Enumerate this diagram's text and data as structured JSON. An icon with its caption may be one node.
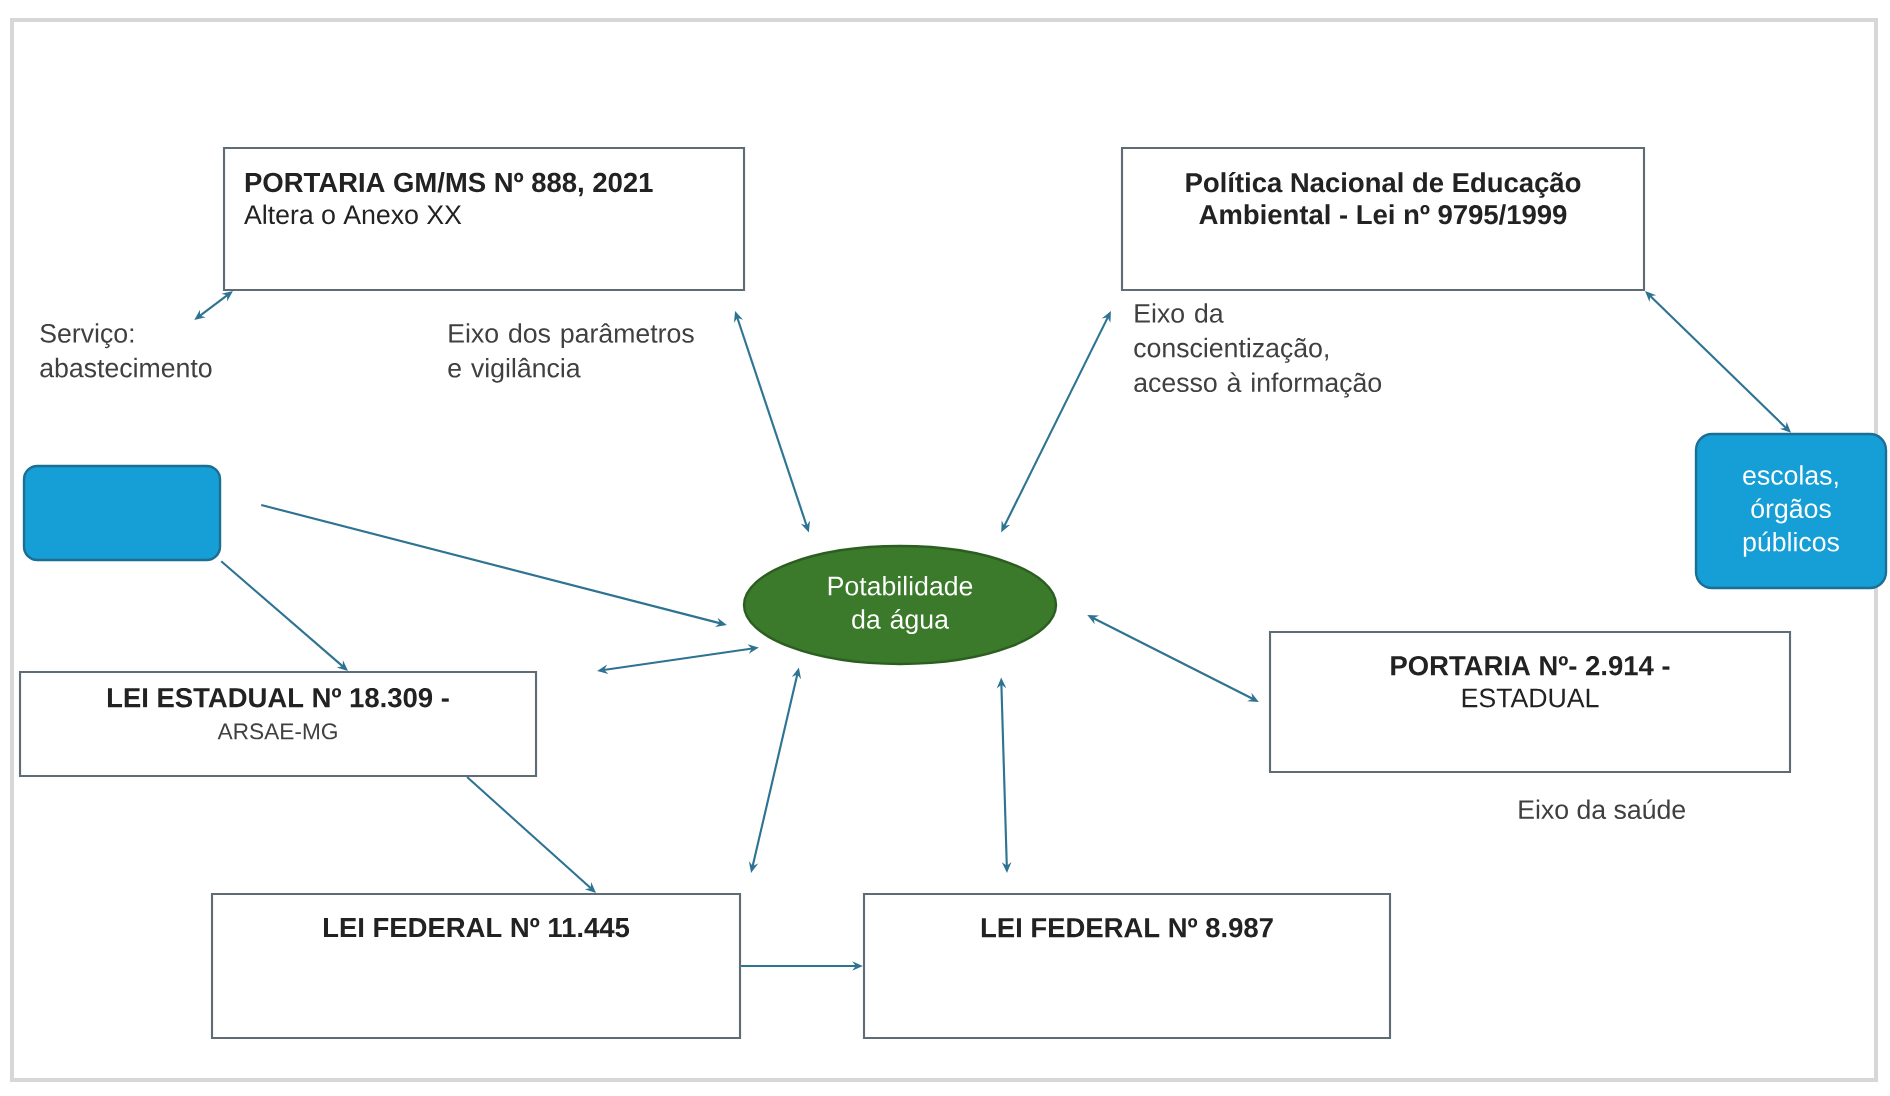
{
  "diagram": {
    "nodes": [
      {
        "text": [
          "PORTARIA GM/MS Nº 888, 2021",
          "Altera o Anexo XX"
        ]
      },
      {
        "text": [
          "Política Nacional de Educação Ambiental - Lei nº 9795/1999"
        ]
      },
      {
        "text": [
          "Serviço: abastecimento"
        ]
      },
      {
        "text": [],
        "shape": "box"
      },
      {
        "text": [
          "escolas, órgãos públicos"
        ]
      },
      {
        "text": [
          "Potabilidade da água"
        ]
      },
      {
        "text": [
          "LEI ESTADUAL Nº 18.309 -",
          "ARSAE-MG"
        ]
      },
      {
        "text": [
          "PORTARIA Nº- 2.914 -",
          "ESTADUAL"
        ],
        "beside": [
          "Eixo da saúde"
        ]
      },
      {
        "text": [
          "LEI FEDERAL Nº 11.445"
        ]
      },
      {
        "text": [
          "LEI FEDERAL Nº 8.987"
        ]
      }
    ],
    "edges": [
      {
        "from": 0,
        "to": 2,
        "arrow": "both"
      },
      {
        "from": 3,
        "to": 5,
        "arrow": "to"
      },
      {
        "from": 3,
        "to": 6,
        "arrow": "to"
      },
      {
        "from": 0,
        "to": 5,
        "arrow": "both"
      },
      {
        "from": 1,
        "to": 5,
        "arrow": "both"
      },
      {
        "from": 1,
        "to": 4,
        "arrow": "both"
      },
      {
        "from": 5,
        "to": 7,
        "arrow": "both"
      },
      {
        "from": 5,
        "to": 6,
        "arrow": "both"
      },
      {
        "from": 5,
        "to": 8,
        "arrow": "both"
      },
      {
        "from": 5,
        "to": 9,
        "arrow": "both"
      },
      {
        "from": 6,
        "to": 8,
        "arrow": "to"
      },
      {
        "from": 8,
        "to": 9,
        "arrow": "to"
      }
    ],
    "labels": [
      "Eixo dos parâmetros e vigilância",
      "Eixo da conscientização, acesso à informação"
    ]
  }
}
